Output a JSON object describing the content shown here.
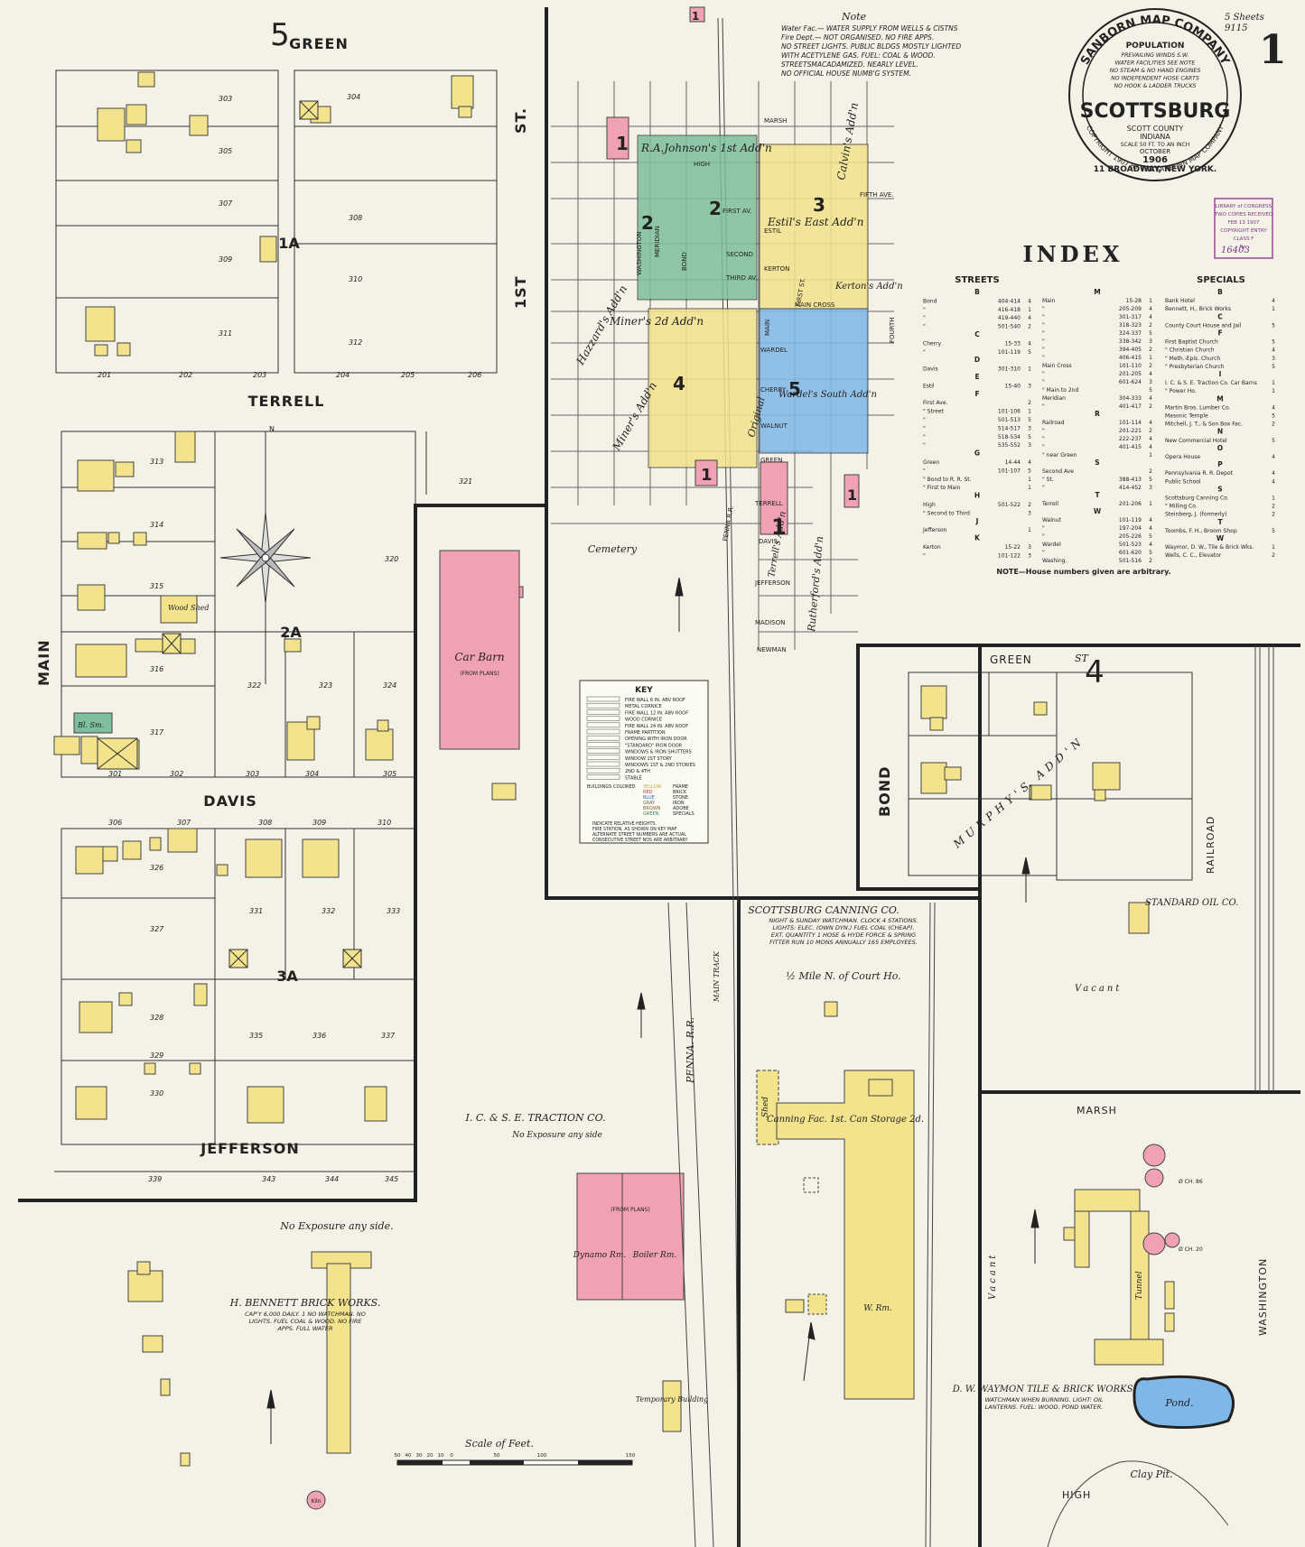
{
  "sheet": {
    "number": "1",
    "sheets_note": "5 Sheets",
    "sheets_code": "9115"
  },
  "seal": {
    "company": "SANBORN MAP COMPANY",
    "population_label": "POPULATION",
    "stats": [
      "PREVAILING WINDS S.W.",
      "WATER FACILITIES SEE NOTE",
      "NO STEAM & NO HAND ENGINES",
      "NO INDEPENDENT HOSE CARTS",
      "NO HOOK & LADDER TRUCKS"
    ],
    "city": "SCOTTSBURG",
    "county": "SCOTT COUNTY",
    "state": "INDIANA",
    "scale": "SCALE 50 FT. TO AN INCH",
    "month": "OCTOBER",
    "year": "1906",
    "address": "11 BROADWAY, NEW YORK.",
    "copyright": "COPYRIGHT 1907 BY THE SANBORN MAP COMPANY"
  },
  "stamp": {
    "lines": [
      "LIBRARY of CONGRESS",
      "TWO COPIES RECEIVED",
      "FEB 13 1907",
      "COPYRIGHT ENTRY",
      "CLASS F",
      "No."
    ],
    "serial": "16403"
  },
  "note": {
    "title": "Note",
    "lines": [
      "Water Fac.— WATER SUPPLY FROM WELLS & CISTNS",
      "Fire Dept.— NOT ORGANISED. NO FIRE APPS.",
      "NO STREET LIGHTS. PUBLIC BLDGS MOSTLY LIGHTED",
      "WITH ACETYLENE GAS. FUEL: COAL & WOOD.",
      "STREETSMACADAMIZED. NEARLY LEVEL.",
      "NO OFFICIAL HOUSE NUMB'G SYSTEM."
    ]
  },
  "index": {
    "title": "INDEX",
    "streets_header": "STREETS",
    "specials_header": "SPECIALS",
    "streets_col1": [
      {
        "letter": "B"
      },
      {
        "name": "Bond",
        "range": "404-414",
        "sheet": "4"
      },
      {
        "name": "\"",
        "range": "416-418",
        "sheet": "1"
      },
      {
        "name": "\"",
        "range": "419-440",
        "sheet": "4"
      },
      {
        "name": "\"",
        "range": "501-540",
        "sheet": "2"
      },
      {
        "letter": "C"
      },
      {
        "name": "Cherry",
        "range": "15-33",
        "sheet": "4"
      },
      {
        "name": "\"",
        "range": "101-119",
        "sheet": "5"
      },
      {
        "letter": "D"
      },
      {
        "name": "Davis",
        "range": "301-310",
        "sheet": "1"
      },
      {
        "letter": "E"
      },
      {
        "name": "Estil",
        "range": "15-40",
        "sheet": "3"
      },
      {
        "letter": "F"
      },
      {
        "name": "First Ave.",
        "range": "",
        "sheet": "2"
      },
      {
        "name": "\" Street",
        "range": "101-106",
        "sheet": "1"
      },
      {
        "name": "\"",
        "range": "501-513",
        "sheet": "5"
      },
      {
        "name": "\"",
        "range": "514-517",
        "sheet": "3"
      },
      {
        "name": "\"",
        "range": "518-534",
        "sheet": "5"
      },
      {
        "name": "\"",
        "range": "535-552",
        "sheet": "3"
      },
      {
        "letter": "G"
      },
      {
        "name": "Green",
        "range": "14-44",
        "sheet": "4"
      },
      {
        "name": "\"",
        "range": "101-107",
        "sheet": "5"
      },
      {
        "name": "\" Bond to R. R. St.",
        "range": "",
        "sheet": "1"
      },
      {
        "name": "\" First to Main",
        "range": "",
        "sheet": "1"
      },
      {
        "letter": "H"
      },
      {
        "name": "High",
        "range": "501-522",
        "sheet": "2"
      },
      {
        "name": "\" Second to Third",
        "range": "",
        "sheet": "3"
      },
      {
        "letter": "J"
      },
      {
        "name": "Jefferson",
        "range": "",
        "sheet": "1"
      },
      {
        "letter": "K"
      },
      {
        "name": "Kerton",
        "range": "15-22",
        "sheet": "3"
      },
      {
        "name": "\"",
        "range": "101-122",
        "sheet": "3"
      }
    ],
    "streets_col2": [
      {
        "letter": "M"
      },
      {
        "name": "Main",
        "range": "15-28",
        "sheet": "1"
      },
      {
        "name": "\"",
        "range": "205-209",
        "sheet": "4"
      },
      {
        "name": "\"",
        "range": "301-317",
        "sheet": "4"
      },
      {
        "name": "\"",
        "range": "318-323",
        "sheet": "2"
      },
      {
        "name": "\"",
        "range": "324-337",
        "sheet": "5"
      },
      {
        "name": "\"",
        "range": "338-342",
        "sheet": "3"
      },
      {
        "name": "\"",
        "range": "394-405",
        "sheet": "2"
      },
      {
        "name": "\"",
        "range": "406-415",
        "sheet": "1"
      },
      {
        "name": "Main Cross",
        "range": "101-110",
        "sheet": "2"
      },
      {
        "name": "\"",
        "range": "201-205",
        "sheet": "4"
      },
      {
        "name": "\"",
        "range": "601-624",
        "sheet": "3"
      },
      {
        "name": "\" Main to 2nd",
        "range": "",
        "sheet": "5"
      },
      {
        "name": "Meridian",
        "range": "304-333",
        "sheet": "4"
      },
      {
        "name": "\"",
        "range": "401-417",
        "sheet": "2"
      },
      {
        "letter": "R"
      },
      {
        "name": "Railroad",
        "range": "101-114",
        "sheet": "4"
      },
      {
        "name": "\"",
        "range": "201-221",
        "sheet": "2"
      },
      {
        "name": "\"",
        "range": "222-237",
        "sheet": "4"
      },
      {
        "name": "\"",
        "range": "401-415",
        "sheet": "4"
      },
      {
        "name": "\" near Green",
        "range": "",
        "sheet": "1"
      },
      {
        "letter": "S"
      },
      {
        "name": "Second Ave",
        "range": "",
        "sheet": "2"
      },
      {
        "name": "\" St.",
        "range": "388-413",
        "sheet": "5"
      },
      {
        "name": "\"",
        "range": "414-452",
        "sheet": "3"
      },
      {
        "letter": "T"
      },
      {
        "name": "Terrell",
        "range": "201-206",
        "sheet": "1"
      },
      {
        "letter": "W"
      },
      {
        "name": "Walnut",
        "range": "101-119",
        "sheet": "4"
      },
      {
        "name": "\"",
        "range": "197-204",
        "sheet": "4"
      },
      {
        "name": "\"",
        "range": "205-226",
        "sheet": "5"
      },
      {
        "name": "Wardel",
        "range": "501-523",
        "sheet": "4"
      },
      {
        "name": "\"",
        "range": "601-620",
        "sheet": "5"
      },
      {
        "name": "Washing.",
        "range": "501-516",
        "sheet": "2"
      }
    ],
    "specials": [
      {
        "letter": "B"
      },
      {
        "name": "Bank Hotel",
        "sheet": "4"
      },
      {
        "name": "Bennett, H., Brick Works",
        "sheet": "1"
      },
      {
        "letter": "C"
      },
      {
        "name": "County Court House and Jail",
        "sheet": "5"
      },
      {
        "letter": "F"
      },
      {
        "name": "First Baptist Church",
        "sheet": "5"
      },
      {
        "name": "\" Christian Church",
        "sheet": "4"
      },
      {
        "name": "\" Meth.-Epis. Church",
        "sheet": "3"
      },
      {
        "name": "\" Presbyterian Church",
        "sheet": "5"
      },
      {
        "letter": "I"
      },
      {
        "name": "I. C. & S. E. Traction Co. Car Barns",
        "sheet": "1"
      },
      {
        "name": "\" Power Ho.",
        "sheet": "1"
      },
      {
        "letter": "M"
      },
      {
        "name": "Martin Bros. Lumber Co.",
        "sheet": "4"
      },
      {
        "name": "Masonic Temple",
        "sheet": "5"
      },
      {
        "name": "Mitchell, J. T., & Son Box Fac.",
        "sheet": "2"
      },
      {
        "letter": "N"
      },
      {
        "name": "New Commercial Hotel",
        "sheet": "5"
      },
      {
        "letter": "O"
      },
      {
        "name": "Opera House",
        "sheet": "4"
      },
      {
        "letter": "P"
      },
      {
        "name": "Pennsylvania R. R. Depot",
        "sheet": "4"
      },
      {
        "name": "Public School",
        "sheet": "4"
      },
      {
        "letter": "S"
      },
      {
        "name": "Scottsburg Canning Co.",
        "sheet": "1"
      },
      {
        "name": "\" Milling Co.",
        "sheet": "2"
      },
      {
        "name": "Steinberg, J. (formerly)",
        "sheet": "2"
      },
      {
        "letter": "T"
      },
      {
        "name": "Toombs, F. H., Broom Shop",
        "sheet": "5"
      },
      {
        "letter": "W"
      },
      {
        "name": "Waymor, D. W., Tile & Brick Wks.",
        "sheet": "1"
      },
      {
        "name": "Wells, C. C., Elevator",
        "sheet": "2"
      }
    ],
    "footnote": "NOTE—House numbers given are arbitrary."
  },
  "key": {
    "title": "KEY",
    "items": [
      "FIRE WALL 6 IN. ABV ROOF",
      "METAL CORNICE",
      "FIRE WALL 12 IN. ABV ROOF",
      "WOOD CORNICE",
      "FIRE WALL 24 IN. ABV ROOF",
      "FRAME PARTITION",
      "OPENING WITH IRON DOOR",
      "\"STANDARD\" IRON DOOR",
      "WINDOWS & IRON SHUTTERS",
      "WINDOW 1ST STORY",
      "WINDOWS 1ST & 2ND STORIES",
      "2ND & 4TH",
      "STABLE"
    ],
    "colors_intro": "BUILDINGS COLORED",
    "colors": [
      {
        "name": "YELLOW",
        "meaning": "FRAME",
        "hex": "#c9a93a"
      },
      {
        "name": "RED",
        "meaning": "BRICK",
        "hex": "#c8324a"
      },
      {
        "name": "BLUE",
        "meaning": "STONE",
        "hex": "#2d6aa8"
      },
      {
        "name": "GRAY",
        "meaning": "IRON",
        "hex": "#666666"
      },
      {
        "name": "BROWN",
        "meaning": "ADOBE",
        "hex": "#8a5a2b"
      },
      {
        "name": "GREEN",
        "meaning": "SPECIALS",
        "hex": "#2d8a5a"
      }
    ],
    "notes": [
      "INDICATE RELATIVE HEIGHTS.",
      "FIRE STATION, AS SHOWN ON KEY MAP",
      "ALTERNATE STREET NUMBERS ARE ACTUAL",
      "CONSECUTIVE STREET NOS ARE ARBITRARY"
    ]
  },
  "colors": {
    "paper": "#f4f1e6",
    "frame": "#f2e38c",
    "brick": "#f0a2b4",
    "stone": "#7fb8e8",
    "special": "#7dbf9c",
    "ink": "#222222",
    "line": "#444444"
  },
  "streets": {
    "green_top": "GREEN",
    "terrell": "TERRELL",
    "davis": "DAVIS",
    "jefferson": "JEFFERSON",
    "main": "MAIN",
    "first_st": "1ST",
    "st": "ST.",
    "bond": "BOND",
    "green_right": "GREEN",
    "green_st": "ST",
    "railroad": "RAILROAD",
    "marsh": "MARSH",
    "washington": "WASHINGTON",
    "high": "HIGH",
    "penna_rr": "PENNA. R.R.",
    "main_track": "MAIN TRACK"
  },
  "labels": {
    "block_5": "5",
    "block_4": "4",
    "block_1a": "1A",
    "block_2a": "2A",
    "block_3a": "3A",
    "car_barn": "Car Barn",
    "from_plans": "(FROM PLANS)",
    "cemetery": "Cemetery",
    "traction_co": "I. C. & S. E. TRACTION CO.",
    "no_exposure": "No Exposure any side",
    "no_exposure2": "No Exposure any side.",
    "dynamo": "Dynamo Rm.",
    "boiler": "Boiler Rm.",
    "from_plans2": "(FROM PLANS)",
    "temp_building": "Temporary Building",
    "bennett_works": "H. BENNETT BRICK WORKS.",
    "bennett_details": "CAP'Y 6,000 DAILY. 1 NO WATCHMAN. NO LIGHTS. FUEL COAL & WOOD. NO FIRE APPS. FULL WATER",
    "canning_co": "SCOTTSBURG CANNING CO.",
    "canning_details": "NIGHT & SUNDAY WATCHMAN. CLOCK 4 STATIONS. LIGHTS: ELEC. (OWN DYN.) FUEL COAL (CHEAP). EXT. QUANTITY 1 HOSE & HYDE FORCE & SPRING FITTER RUN 10 MONS ANNUALLY 165 EMPLOYEES.",
    "half_mile": "½ Mile N. of Court Ho.",
    "canning_fac": "Canning Fac. 1st. Can Storage 2d.",
    "shed": "Shed",
    "w_rm": "W. Rm.",
    "standard_oil": "STANDARD OIL CO.",
    "vacant": "Vacant",
    "murphys": "MURPHY'S ADD'N",
    "pond": "Pond.",
    "clay_pit": "Clay Pit.",
    "waymon_works": "D. W. WAYMON TILE & BRICK WORKS.",
    "waymon_details": "WATCHMAN WHEN BURNING. LIGHT: OIL LANTERNS. FUEL: WOOD. POND WATER.",
    "tunnel": "Tunnel",
    "kiln": "Kiln",
    "scale_label": "Scale of Feet.",
    "scale_ticks": [
      "50",
      "40",
      "30",
      "20",
      "10",
      "0",
      "50",
      "100",
      "150"
    ],
    "wood_shed": "Wood Shed",
    "bl_sm": "Bl. Sm.",
    "bennett_key": "H. BENNETT BRICK WORKS",
    "dw_waymon_key": "D. W. WAYMON TILE & BRICK WORKS",
    "johnson": "R.A.Johnson's 1st Add'n",
    "miners2": "Miner's 2d Add'n",
    "hazzards": "Hazzard's Add'n",
    "estils_east": "Estil's East Add'n",
    "calvins": "Calvin's Add'n",
    "kertons": "Kerton's Add'n",
    "murphys_key": "Murphy's Add'n",
    "wardels": "Wardel's South Add'n",
    "rutherfords": "Rutherford's Add'n",
    "original": "Original",
    "terrells": "Terrell's Add'n",
    "miners": "Miner's Add'n"
  },
  "keymap_streets": {
    "marsh": "MARSH",
    "high": "HIGH",
    "first_av": "FIRST AV.",
    "second": "SECOND",
    "third": "THIRD AV.",
    "estil": "ESTIL",
    "kerton": "KERTON",
    "main_cross": "MAIN CROSS",
    "wardel": "WARDEL",
    "cherry": "CHERRY",
    "walnut": "WALNUT",
    "green": "GREEN",
    "terrell": "TERRELL",
    "davis": "DAVIS",
    "jefferson": "JEFFERSON",
    "madison": "MADISON",
    "newman": "NEWMAN",
    "fifth": "FIFTH AVE.",
    "fourth": "FOURTH",
    "washington": "WASHINGTON",
    "meridian": "MERIDIAN",
    "bond": "BOND",
    "main": "MAIN",
    "penna": "PENNA R.R.",
    "first_st": "FIRST ST."
  },
  "house_numbers": {
    "n303": "303",
    "n304": "304",
    "n305": "305",
    "n307": "307",
    "n308": "308",
    "n309": "309",
    "n310": "310",
    "n311": "311",
    "n312": "312",
    "n201": "201",
    "n202": "202",
    "n203": "203",
    "n204": "204",
    "n205": "205",
    "n206": "206",
    "n313": "313",
    "n314": "314",
    "n315": "315",
    "n316": "316",
    "n317": "317",
    "n320": "320",
    "n321": "321",
    "n322": "322",
    "n323": "323",
    "n324": "324",
    "n301": "301",
    "n302": "302",
    "n303b": "303",
    "n304b": "304",
    "n305b": "305",
    "n306": "306",
    "n307b": "307",
    "n308b": "308",
    "n309b": "309",
    "n310b": "310",
    "n326": "326",
    "n327": "327",
    "n331": "331",
    "n332": "332",
    "n333": "333",
    "n328": "328",
    "n329": "329",
    "n330": "330",
    "n335": "335",
    "n336": "336",
    "n337": "337",
    "n339": "339",
    "n343": "343",
    "n344": "344",
    "n345": "345"
  }
}
